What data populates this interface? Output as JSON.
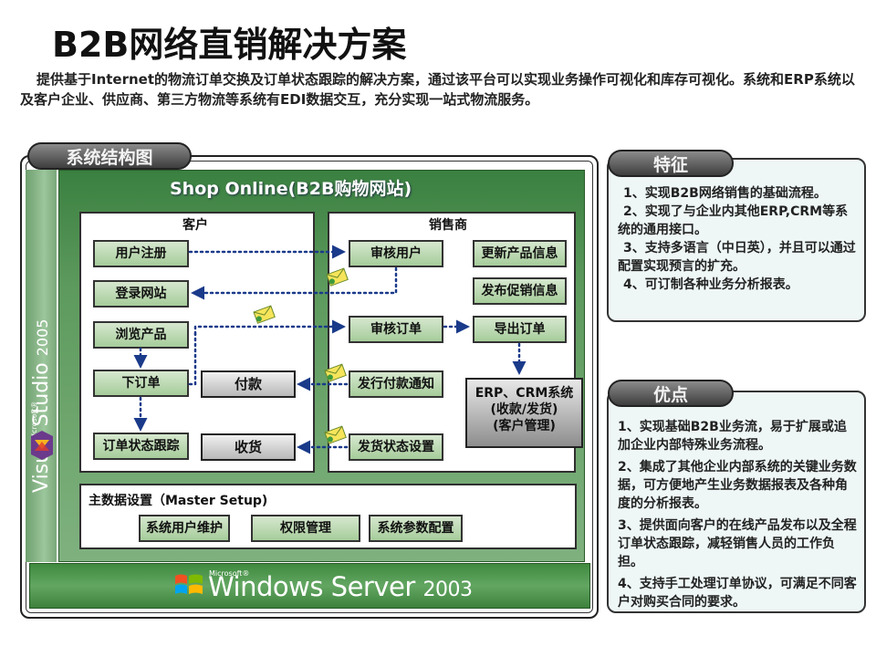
{
  "title": "B2B网络直销解决方案",
  "intro": "提供基于Internet的物流订单交换及订单状态跟踪的解决方案，通过该平台可以实现业务操作可视化和库存可视化。系统和ERP系统以及客户企业、供应商、第三方物流等系统有EDI数据交互，充分实现一站式物流服务。",
  "architecture": {
    "label": "系统结构图",
    "sidebar": {
      "microsoft": "Microsoft®",
      "product": "Visual Studio",
      "version": "2005"
    },
    "shop_title": "Shop Online(B2B购物网站)",
    "customer": {
      "title": "客户",
      "items": [
        "用户注册",
        "登录网站",
        "浏览产品",
        "下订单",
        "订单状态跟踪"
      ],
      "payment": "付款",
      "receipt": "收货"
    },
    "seller": {
      "title": "销售商",
      "items": [
        "审核用户",
        "审核订单",
        "发行付款通知",
        "发货状态设置"
      ],
      "right_items": [
        "更新产品信息",
        "发布促销信息",
        "导出订单"
      ],
      "erp_line1": "ERP、CRM系统",
      "erp_line2": "(收款/发货)",
      "erp_line3": "(客户管理)"
    },
    "master": {
      "title": "主数据设置（Master Setup)",
      "items": [
        "系统用户维护",
        "权限管理",
        "系统参数配置"
      ]
    },
    "footer": {
      "microsoft": "Microsoft®",
      "product": "Windows Server",
      "version": "2003"
    }
  },
  "features": {
    "label": "特征",
    "items": [
      "1、实现B2B网络销售的基础流程。",
      "2、实现了与企业内其他ERP,CRM等系统的通用接口。",
      "3、支持多语言（中日英），并且可以通过配置实现预言的扩充。",
      "4、可订制各种业务分析报表。"
    ]
  },
  "advantages": {
    "label": "优点",
    "items": [
      "1、实现基础B2B业务流，易于扩展或追加企业内部特殊业务流程。",
      "2、集成了其他企业内部系统的关键业务数据，可方便地产生业务数据报表及各种角度的分析报表。",
      "3、提供面向客户的在线产品发布以及全程订单状态跟踪，减轻销售人员的工作负担。",
      "4、支持手工处理订单协议，可满足不同客户对购买合同的要求。"
    ]
  },
  "colors": {
    "green_dark": "#3a8040",
    "green_light": "#a6cc9a",
    "gray": "#3e3e3e"
  }
}
